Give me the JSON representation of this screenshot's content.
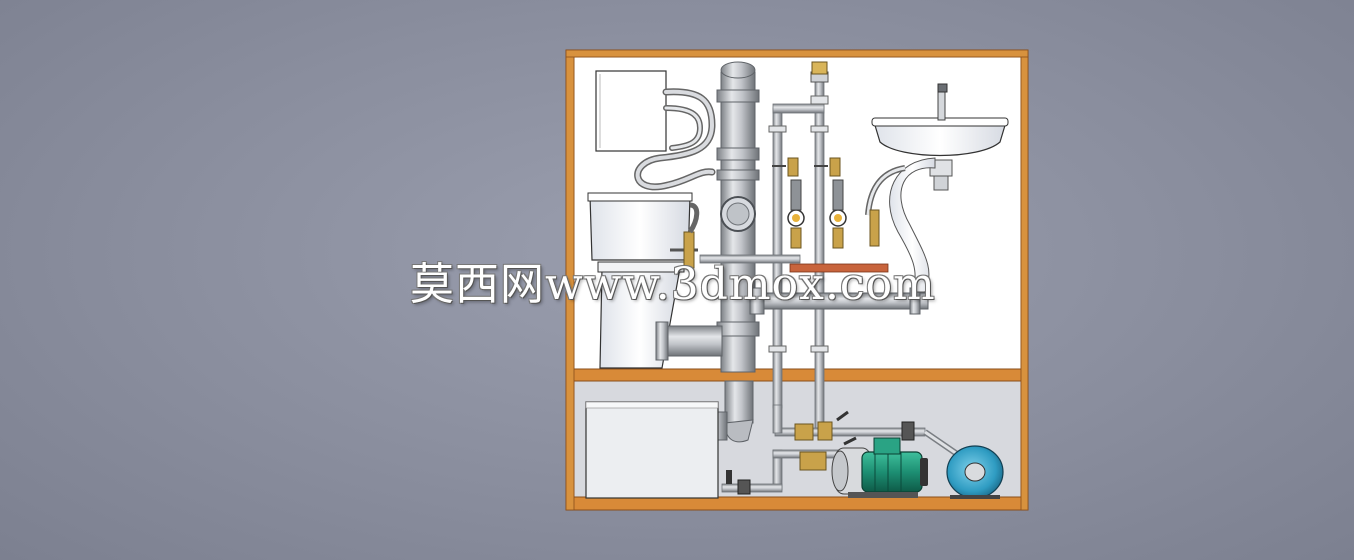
{
  "watermark": {
    "text": "莫西网www.3dmox.com"
  },
  "colors": {
    "background": "#8a8e9e",
    "frame": "#d8923e",
    "frame_edge": "#8a4e1a",
    "panel": "#ffffff",
    "pipe": "#c9ccd1",
    "pipe_edge": "#6f7378",
    "copper": "#c8643c",
    "pump_body": "#1d8f73",
    "pressure_tank": "#3aa6c8"
  },
  "components": {
    "control_box": "control-box",
    "toilet": "toilet",
    "vent_stack": "drain-stack",
    "water_meters": "water-meter-icon",
    "washbasin": "washbasin",
    "pump": "pump-icon",
    "pressure_tank": "pressure-tank-icon",
    "storage_tank": "storage-tank"
  }
}
